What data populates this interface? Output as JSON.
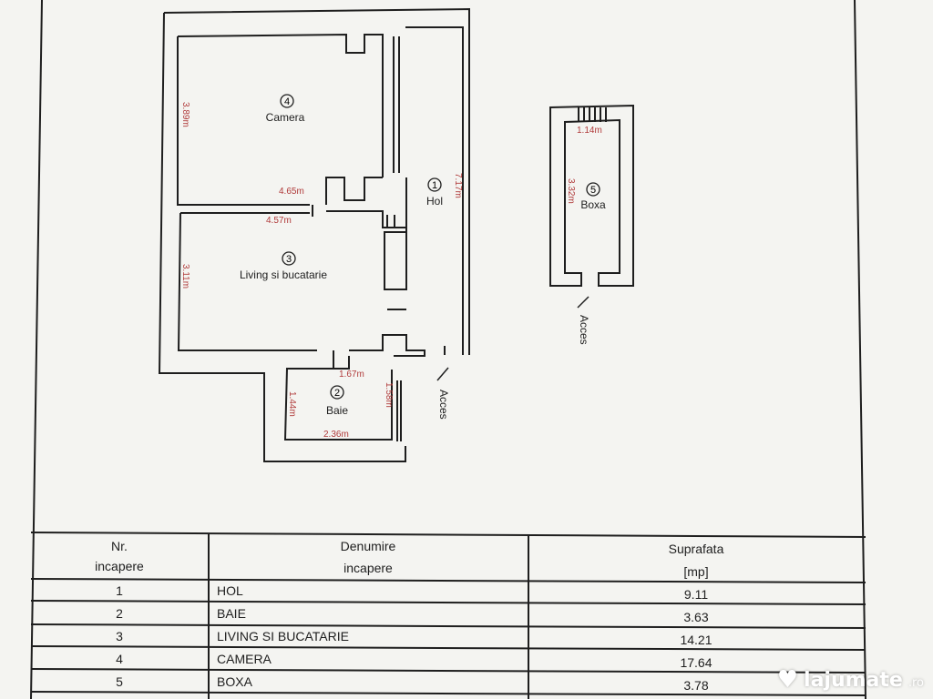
{
  "rooms": {
    "hol": {
      "num": "1",
      "name": "Hol",
      "length": "7.17m"
    },
    "baie": {
      "num": "2",
      "name": "Baie",
      "dim_width": "2.36m",
      "dim_top": "1.67m",
      "dim_left": "1.44m",
      "dim_right": "1.58m"
    },
    "living": {
      "num": "3",
      "name": "Living si bucatarie",
      "dim_height": "3.11m",
      "dim_width": "4.57m"
    },
    "camera": {
      "num": "4",
      "name": "Camera",
      "dim_height": "3.89m",
      "dim_width": "4.65m"
    },
    "boxa": {
      "num": "5",
      "name": "Boxa",
      "dim_width": "1.14m",
      "dim_height": "3.32m"
    }
  },
  "access_label": "Acces",
  "table": {
    "headers": {
      "nr_line1": "Nr.",
      "nr_line2": "incapere",
      "den_line1": "Denumire",
      "den_line2": "incapere",
      "sup_line1": "Suprafata",
      "sup_line2": "[mp]"
    },
    "rows": [
      {
        "nr": "1",
        "name": "HOL",
        "area": "9.11"
      },
      {
        "nr": "2",
        "name": "BAIE",
        "area": "3.63"
      },
      {
        "nr": "3",
        "name": "LIVING SI BUCATARIE",
        "area": "14.21"
      },
      {
        "nr": "4",
        "name": "CAMERA",
        "area": "17.64"
      },
      {
        "nr": "5",
        "name": "BOXA",
        "area": "3.78"
      }
    ]
  },
  "watermark": {
    "brand": "lajumate",
    "tld": ".ro"
  },
  "colors": {
    "dimension": "#b03a3a",
    "line": "#1e1e1e",
    "paper": "#f4f4f1"
  }
}
